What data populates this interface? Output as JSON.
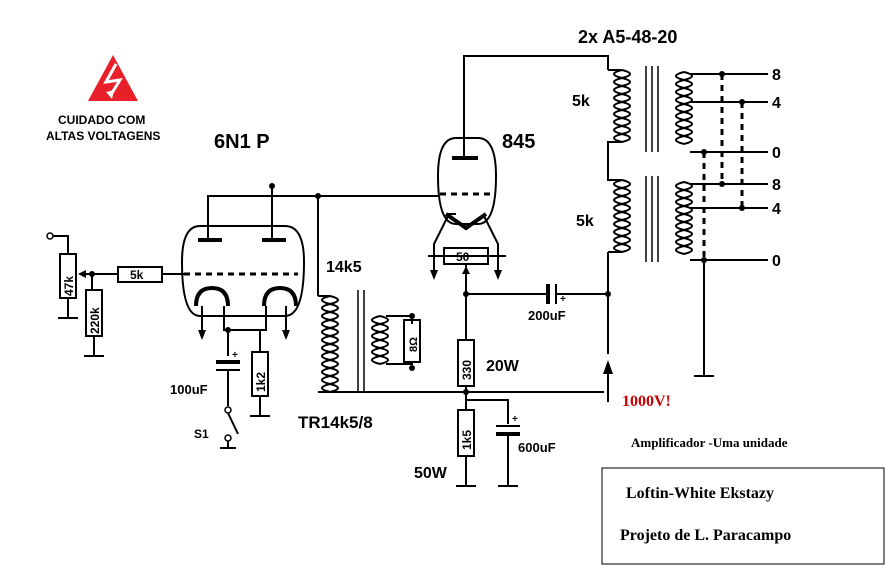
{
  "warning": {
    "line1": "CUIDADO    COM",
    "line2": "ALTAS  VOLTAGENS",
    "icon": "high-voltage-warning-icon",
    "color": "#e8202a"
  },
  "tubes": {
    "driver": "6N1 P",
    "output": "845"
  },
  "transformers": {
    "power": "2x A5-48-20",
    "upper_impedance": "5k",
    "lower_impedance": "5k",
    "output": "14k5",
    "output_name": "TR14k5/8"
  },
  "taps": {
    "upper": [
      "8",
      "4",
      "0"
    ],
    "lower": [
      "8",
      "4",
      "0"
    ]
  },
  "components": {
    "pot": "47k",
    "grid_leak": "220k",
    "grid_stop": "5k",
    "cathode_res": "1k2",
    "cathode_cap": "100uF",
    "switch": "S1",
    "filament_pot": "50",
    "coupling_cap": "200uF",
    "bias_res": "330",
    "bias_power": "20W",
    "bias_res2": "1k5",
    "bias_power2": "50W",
    "bias_cap": "600uF",
    "load": "8Ω"
  },
  "supply": {
    "voltage": "1000V!",
    "color": "#cc0000"
  },
  "caption": "Amplificador -Uma unidade",
  "titlebox": {
    "title": "Loftin-White  Ekstazy",
    "author": "Projeto de L. Paracampo"
  }
}
